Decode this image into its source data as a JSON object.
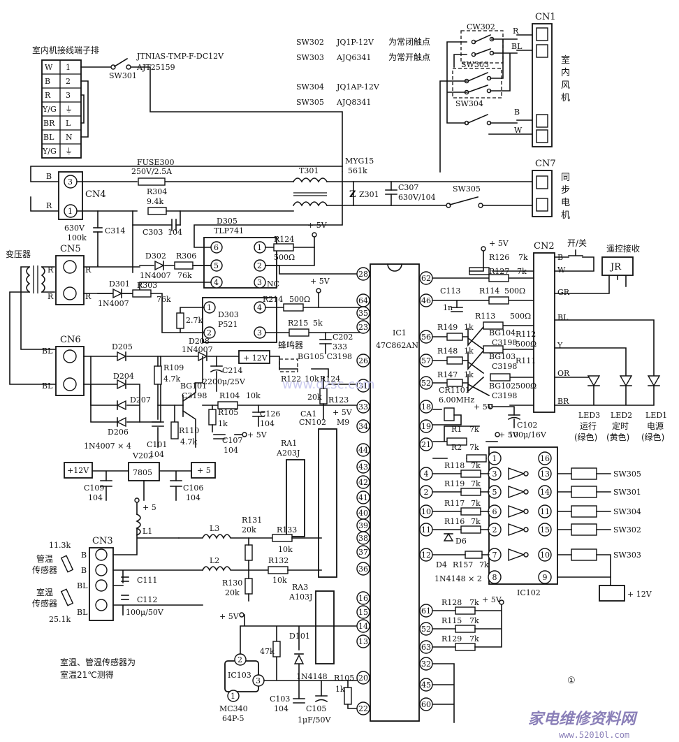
{
  "terminal_block": {
    "title": "室内机接线端子排",
    "rows": [
      {
        "left": "W",
        "right": "1"
      },
      {
        "left": "B",
        "right": "2"
      },
      {
        "left": "R",
        "right": "3"
      },
      {
        "left": "Y/G",
        "right": "⏚"
      },
      {
        "left": "BR",
        "right": "L"
      },
      {
        "left": "BL",
        "right": "N"
      },
      {
        "left": "Y/G",
        "right": "⏚"
      }
    ]
  },
  "switch_notes": [
    {
      "ref": "SW302",
      "part": "JQ1P-12V",
      "note": "为常闭触点"
    },
    {
      "ref": "SW303",
      "part": "AJQ6341",
      "note": "为常开触点"
    },
    {
      "ref": "SW304",
      "part": "JQ1AP-12V",
      "note": ""
    },
    {
      "ref": "SW305",
      "part": "AJQ8341",
      "note": ""
    }
  ],
  "sw301": {
    "ref": "SW301",
    "part1": "JTNIAS-TMP-F-DC12V",
    "part2": "AJT25159"
  },
  "cn1": {
    "ref": "CN1",
    "label": "室内风机",
    "pins": [
      "R",
      "BL",
      "B",
      "W"
    ]
  },
  "cn7": {
    "ref": "CN7",
    "label": "同步电机"
  },
  "relays": {
    "cw302": "CW302",
    "sw303": "SW303",
    "sw304": "SW304",
    "sw305": "SW305"
  },
  "cn4": {
    "ref": "CN4",
    "pin3": "B",
    "pin1": "R",
    "p3": "3",
    "p1": "1"
  },
  "fuse": {
    "ref": "FUSE300",
    "value": "250V/2.5A"
  },
  "t301": "T301",
  "z301": {
    "ref": "MYG15",
    "value": "561k",
    "name": "Z301"
  },
  "c307": {
    "ref": "C307",
    "value": "630V/104"
  },
  "r304": {
    "ref": "R304",
    "value": "9.4k"
  },
  "c303": {
    "ref": "C303",
    "value": "104"
  },
  "c314": {
    "ref": "C314",
    "v1": "630V",
    "v2": "100k"
  },
  "transformer": {
    "label": "变压器",
    "ref": "CN5",
    "pinR1": "R",
    "pinR2": "R"
  },
  "d305": {
    "ref": "D305",
    "part": "TLP741"
  },
  "d302": {
    "ref": "D302",
    "part": "1N4007"
  },
  "r306": {
    "ref": "R306",
    "value": "76k"
  },
  "d301": {
    "ref": "D301",
    "part": "1N4007"
  },
  "r303": {
    "ref": "R303",
    "value": "76k"
  },
  "r124a": {
    "ref": "R124",
    "value": "500Ω"
  },
  "supply_5v": "+ 5V",
  "nc": "NC",
  "d303": {
    "ref": "D303",
    "part": "P521"
  },
  "r214": {
    "ref": "R214",
    "value": "500Ω"
  },
  "r27k": "2.7k",
  "r215": {
    "ref": "R215",
    "value": "5k"
  },
  "c202": {
    "ref": "C202",
    "value": "333"
  },
  "d208": {
    "ref": "D208",
    "part": "1N4007"
  },
  "buzzer": "蜂鸣器",
  "bg105": "BG105 C3198",
  "r122": "R122",
  "r124b": {
    "ref": "R124",
    "value": "10k"
  },
  "r123": {
    "ref": "R123",
    "value": "20k"
  },
  "cn6": {
    "ref": "CN6",
    "pin1": "BL",
    "pin2": "BL"
  },
  "diodes": {
    "d205": "D205",
    "d204": "D204",
    "d207": "D207",
    "d206": "D206",
    "bridge": "1N4007 × 4"
  },
  "r109": {
    "ref": "R109",
    "value": "4.7k"
  },
  "supply_12v": "+ 12V",
  "c214": {
    "ref": "C214",
    "value": "2200μ/25V"
  },
  "bg101": {
    "ref": "BG101",
    "part": "C3198"
  },
  "r104": {
    "ref": "R104",
    "value": "10k"
  },
  "r105a": {
    "ref": "R105",
    "value": "1k"
  },
  "r110": {
    "ref": "R110",
    "value": "4.7k"
  },
  "c126": {
    "ref": "C126",
    "value": "104"
  },
  "c101": {
    "ref": "C101",
    "value": "104"
  },
  "c107": {
    "ref": "C107",
    "value": "104"
  },
  "ca1": {
    "ref": "CA1",
    "part": "CN102"
  },
  "m9": "M9",
  "ra1": {
    "ref": "RA1",
    "part": "A203J"
  },
  "v202": {
    "ref": "V202",
    "part": "7805",
    "in": "+12V",
    "out": "+ 5"
  },
  "c109": {
    "ref": "C109",
    "value": "104"
  },
  "c106": {
    "ref": "C106",
    "value": "104"
  },
  "l1": {
    "ref": "L1",
    "supply": "+ 5"
  },
  "l2": "L2",
  "l3": "L3",
  "cn3": {
    "ref": "CN3",
    "pipe": "管温传感器",
    "pipe_val": "11.3k",
    "room": "室温传感器",
    "room_val": "25.1k",
    "p1": "B",
    "p2": "B",
    "p3": "BL",
    "p4": "BL"
  },
  "c111": "C111",
  "c112": {
    "ref": "C112",
    "value": "100μ/50V"
  },
  "r131": {
    "ref": "R131",
    "value": "20k"
  },
  "r133": {
    "ref": "R133",
    "value": "10k"
  },
  "r130": {
    "ref": "R130",
    "value": "20k"
  },
  "r132": {
    "ref": "R132",
    "value": "10k"
  },
  "ra3": {
    "ref": "RA3",
    "part": "A103J"
  },
  "note": "室温、管温传感器为室温21℃测得",
  "ic103": {
    "ref": "IC103",
    "part1": "MC340",
    "part2": "64P-5"
  },
  "r47k": "47k",
  "d101": {
    "ref": "D101",
    "part": "1N4148"
  },
  "r105b": {
    "ref": "R105",
    "value": "1k"
  },
  "c103": {
    "ref": "C103",
    "value": "104"
  },
  "c105": {
    "ref": "C105",
    "value": "1μF/50V"
  },
  "ic1": {
    "ref": "IC1",
    "part": "47C862AN"
  },
  "ic1_left_pins": [
    "28",
    "64",
    "35",
    "23",
    "26",
    "31",
    "33",
    "34",
    "44",
    "43",
    "42",
    "41",
    "40",
    "39",
    "38",
    "37",
    "36",
    "16",
    "15",
    "14",
    "13",
    "20",
    "22"
  ],
  "ic1_right_pins": [
    "62",
    "46",
    "56",
    "57",
    "52",
    "18",
    "19",
    "21",
    "4",
    "2",
    "10",
    "11",
    "12",
    "61",
    "52",
    "63",
    "32",
    "45",
    "60"
  ],
  "cn2": {
    "ref": "CN2",
    "pins": [
      "B",
      "W",
      "GR",
      "BL",
      "Y",
      "OR",
      "BR"
    ]
  },
  "power_switch": "开/关",
  "remote": {
    "label": "遥控接收",
    "ref": "JR"
  },
  "r126": {
    "ref": "R126",
    "value": "7k"
  },
  "r127": {
    "ref": "R127",
    "value": "7k"
  },
  "c113": {
    "ref": "C113",
    "value": "1n"
  },
  "r114": {
    "ref": "R114",
    "value": "500Ω"
  },
  "r113": {
    "ref": "R113",
    "value": "500Ω"
  },
  "r149": {
    "ref": "R149",
    "value": "1k"
  },
  "bg104": {
    "ref": "BG104",
    "part": "C3198"
  },
  "r112": {
    "ref": "R112",
    "value": "500Ω"
  },
  "r148": {
    "ref": "R148",
    "value": "1k"
  },
  "bg103": {
    "ref": "BG103",
    "part": "C3198"
  },
  "r111": {
    "ref": "R111",
    "value": "500Ω"
  },
  "r147": {
    "ref": "R147",
    "value": "1k"
  },
  "bg102": {
    "ref": "BG102",
    "part": "C3198"
  },
  "cr1101": {
    "ref": "CR1101",
    "freq": "6.00MHz"
  },
  "c102": {
    "ref": "C102",
    "value": "100μ/16V"
  },
  "leds": [
    {
      "ref": "LED3",
      "name": "运行",
      "color": "(绿色)"
    },
    {
      "ref": "LED2",
      "name": "定时",
      "color": "(黄色)"
    },
    {
      "ref": "LED1",
      "name": "电源",
      "color": "(绿色)"
    }
  ],
  "r1": {
    "ref": "R1",
    "value": "7k"
  },
  "r2": {
    "ref": "R2",
    "value": "7k"
  },
  "r118": {
    "ref": "R118",
    "value": "7k"
  },
  "r119": {
    "ref": "R119",
    "value": "7k"
  },
  "r117": {
    "ref": "R117",
    "value": "7k"
  },
  "r116": {
    "ref": "R116",
    "value": "7k"
  },
  "r157": {
    "ref": "R157",
    "value": "7k"
  },
  "d6": "D6",
  "d4": "D4",
  "d_pair": "1N4148 × 2",
  "ic102": {
    "ref": "IC102",
    "left_pins": [
      "1",
      "3",
      "5",
      "6",
      "2",
      "7",
      "8"
    ],
    "right_pins": [
      "16",
      "13",
      "14",
      "11",
      "15",
      "10",
      "9"
    ]
  },
  "sw_outputs": [
    "SW305",
    "SW301",
    "SW304",
    "SW302",
    "SW303"
  ],
  "supply_12v_out": "+ 12V",
  "r128": {
    "ref": "R128",
    "value": "7k"
  },
  "r115": {
    "ref": "R115",
    "value": "7k"
  },
  "r129": {
    "ref": "R129",
    "value": "7k"
  },
  "figure_number": "①",
  "watermark": {
    "cn": "家电维修资料网",
    "url": "www.52010l.com",
    "mid": "www.dzsc.com"
  }
}
